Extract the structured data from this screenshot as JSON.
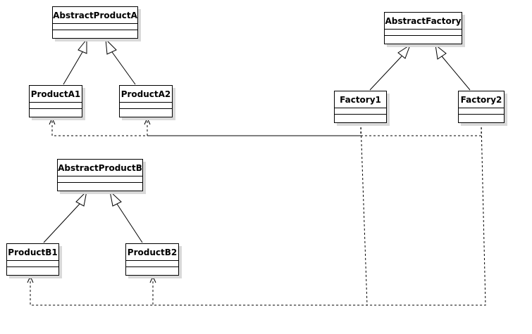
{
  "diagram": {
    "classes": [
      {
        "id": "abstract-product-a",
        "name": "AbstractProductA"
      },
      {
        "id": "product-a1",
        "name": "ProductA1"
      },
      {
        "id": "product-a2",
        "name": "ProductA2"
      },
      {
        "id": "abstract-factory",
        "name": "AbstractFactory"
      },
      {
        "id": "factory1",
        "name": "Factory1"
      },
      {
        "id": "factory2",
        "name": "Factory2"
      },
      {
        "id": "abstract-product-b",
        "name": "AbstractProductB"
      },
      {
        "id": "product-b1",
        "name": "ProductB1"
      },
      {
        "id": "product-b2",
        "name": "ProductB2"
      }
    ],
    "generalizations": [
      {
        "from": "product-a1",
        "to": "abstract-product-a"
      },
      {
        "from": "product-a2",
        "to": "abstract-product-a"
      },
      {
        "from": "factory1",
        "to": "abstract-factory"
      },
      {
        "from": "factory2",
        "to": "abstract-factory"
      },
      {
        "from": "product-b1",
        "to": "abstract-product-b"
      },
      {
        "from": "product-b2",
        "to": "abstract-product-b"
      }
    ],
    "dependencies": [
      {
        "from": "factory1",
        "to": "product-a1"
      },
      {
        "from": "factory1",
        "to": "product-b1"
      },
      {
        "from": "factory2",
        "to": "product-a2"
      },
      {
        "from": "factory2",
        "to": "product-b2"
      }
    ],
    "colors": {
      "line": "#000000",
      "box_fill": "#ffffff",
      "shadow": "#d9d9d9"
    }
  }
}
